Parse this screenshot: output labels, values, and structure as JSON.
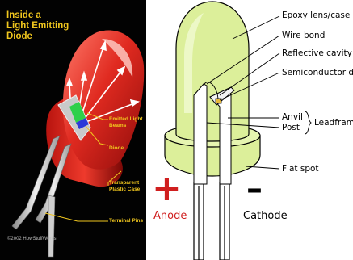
{
  "colors": {
    "red_led": "#d4201c",
    "gold_text": "#f0c61e",
    "green_led": "#dcef9a",
    "anode_red": "#d01f1f",
    "outline": "#000000"
  },
  "left_panel": {
    "title_lines": [
      "Inside a",
      "Light Emitting",
      "Diode"
    ],
    "labels": {
      "emitted_light": [
        "Emitted Light",
        "Beams"
      ],
      "diode": "Diode",
      "case": [
        "Transparent",
        "Plastic Case"
      ],
      "pins": "Terminal Pins"
    },
    "credit": "©2002 HowStuffWorks"
  },
  "diagram": {
    "epoxy": "Epoxy lens/case",
    "wire_bond": "Wire bond",
    "reflective": "Reflective cavity",
    "semiconductor": "Semiconductor die",
    "anvil": "Anvil",
    "post": "Post",
    "leadframe": "Leadframe",
    "flat_spot": "Flat spot",
    "plus_sign": "+",
    "minus_sign": "–",
    "anode": "Anode",
    "cathode": "Cathode"
  }
}
